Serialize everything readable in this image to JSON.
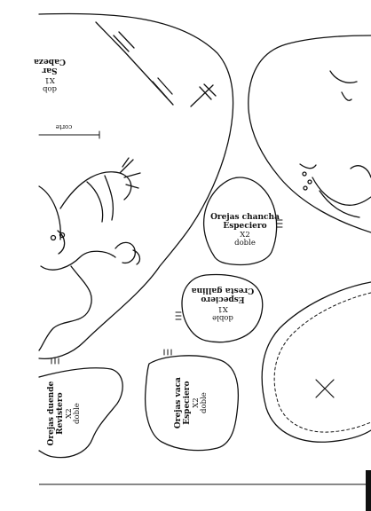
{
  "pieces": {
    "cabeza": {
      "line1": "Cabeza",
      "line2": "Sar",
      "qty": "X1",
      "note": "dob",
      "cut": "corte"
    },
    "orejas_chancha": {
      "title": "Orejas chancha",
      "material": "Especiero",
      "qty": "X2",
      "note": "doble"
    },
    "cresta_gallina": {
      "title": "Cresta gallina",
      "material": "Especiero",
      "qty": "X1",
      "note": "doble"
    },
    "orejas_duende": {
      "title": "Orejas duende",
      "material": "Revistero",
      "qty": "X2",
      "note": "doble"
    },
    "orejas_vaca": {
      "title": "Orejas vaca",
      "material": "Especiero",
      "qty": "X2",
      "note": "doble"
    }
  },
  "colors": {
    "ink": "#111111",
    "paper": "#ffffff"
  }
}
